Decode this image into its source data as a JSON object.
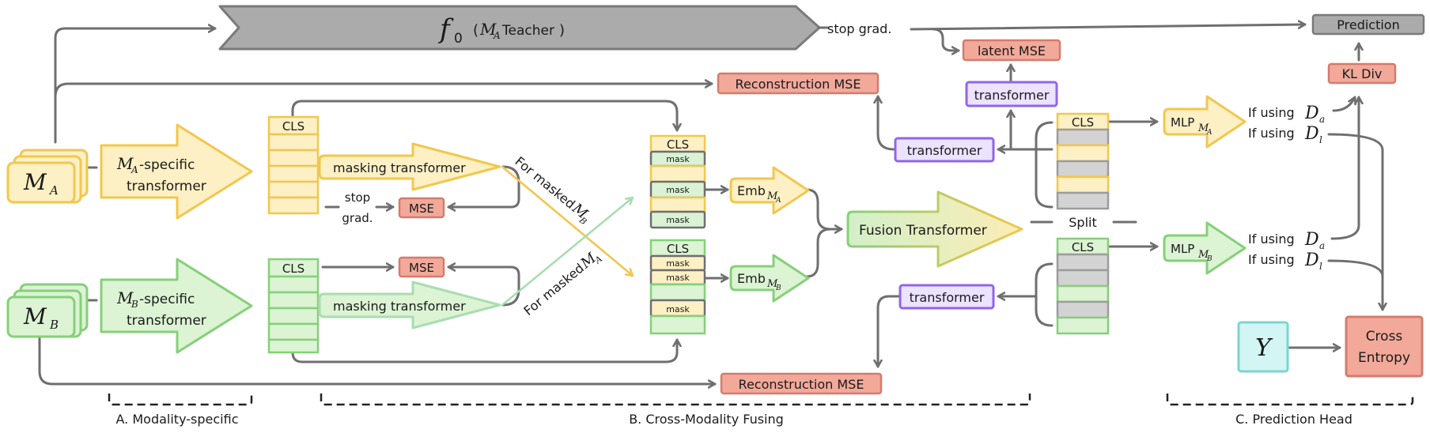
{
  "colors": {
    "yellow_fill": "#fdf0c4",
    "yellow_stroke": "#f2c74e",
    "green_fill": "#dcf3d4",
    "green_stroke": "#86d07a",
    "purple_fill": "#ebe3ff",
    "purple_stroke": "#9265e8",
    "red_fill": "#f2a99a",
    "red_stroke": "#d47b6e",
    "teal_fill": "#d3f5f3",
    "teal_stroke": "#79d6d2",
    "gray_fill": "#ababab",
    "gray_stroke": "#7a7a7a",
    "arrow": "#6f6f6f"
  },
  "teacher": {
    "symbol": "f",
    "subscript": "0",
    "label_math": "M",
    "label_sub": "A",
    "label_text": "Teacher"
  },
  "inputs": {
    "a_symbol": "M",
    "a_sub": "A",
    "b_symbol": "M",
    "b_sub": "B"
  },
  "section_a": {
    "transformer_a": [
      "-specific",
      "transformer"
    ],
    "transformer_b": [
      "-specific",
      "transformer"
    ],
    "cls": "CLS",
    "stop_grad": [
      "stop",
      "grad."
    ],
    "mse": "MSE",
    "masking_transformer": "masking transformer"
  },
  "section_b": {
    "for_masked_b": "For masked",
    "for_masked_a": "For masked",
    "cls": "CLS",
    "mask": "mask",
    "emb": "Emb",
    "fusion": "Fusion Transformer",
    "split": "Split",
    "transformer": "transformer",
    "recon_mse": "Reconstruction MSE",
    "latent_mse": "latent MSE",
    "stop_grad": "stop grad."
  },
  "section_c": {
    "mlp": "MLP",
    "if_using": "If using",
    "kl_div": "KL Div",
    "prediction": "Prediction",
    "cross_entropy": [
      "Cross",
      "Entropy"
    ],
    "y_symbol": "Y"
  },
  "section_labels": {
    "a": "A. Modality-specific",
    "b": "B. Cross-Modality Fusing",
    "c": "C. Prediction Head"
  }
}
